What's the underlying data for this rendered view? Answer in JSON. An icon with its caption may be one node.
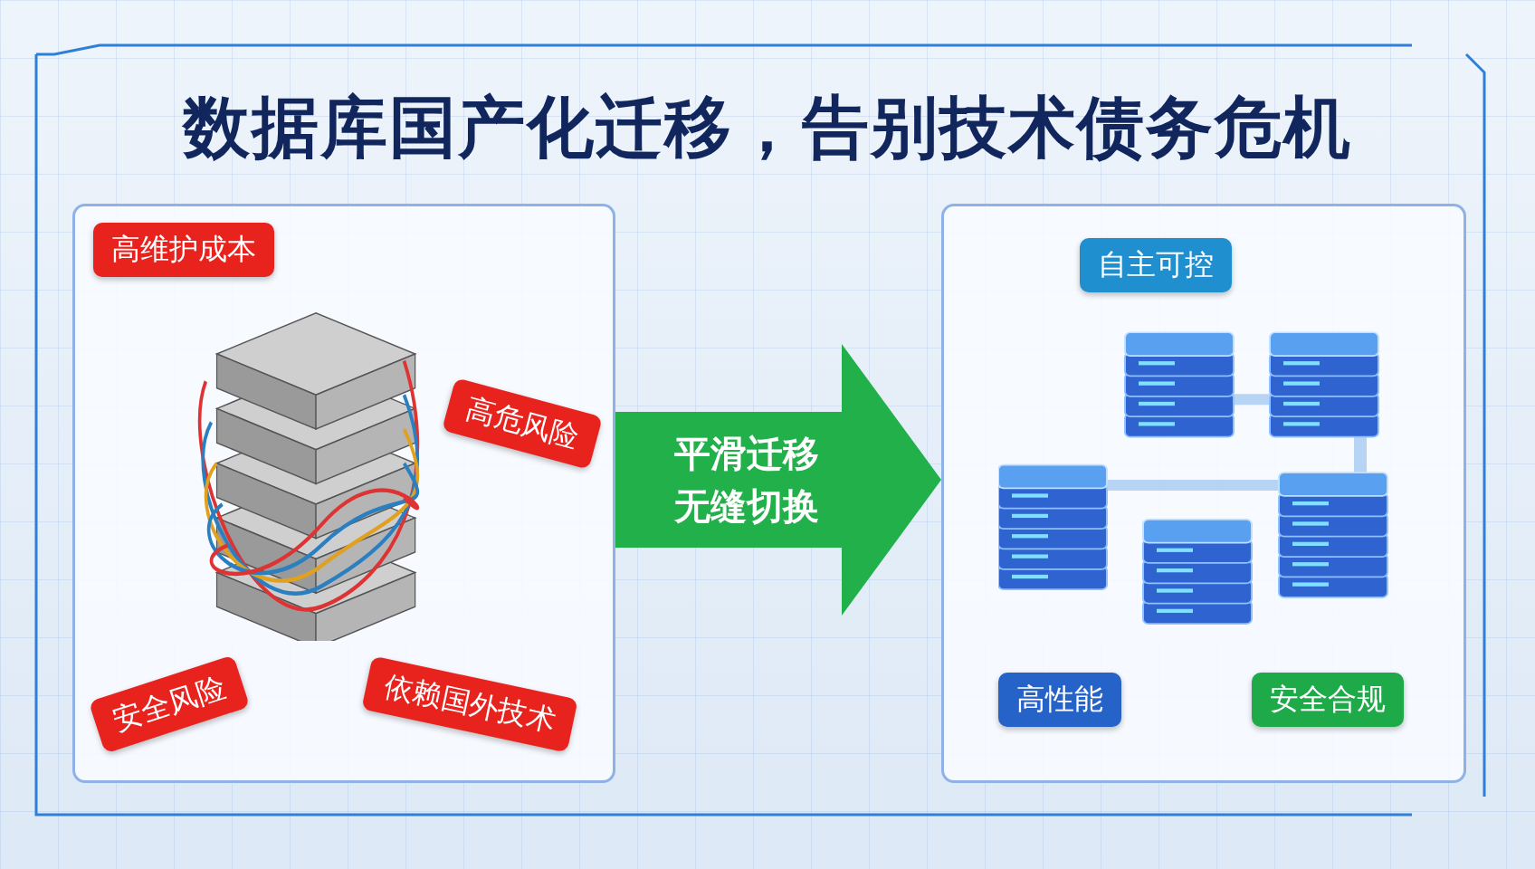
{
  "diagram": {
    "title": "数据库国产化迁移，告别技术债务危机",
    "nodes": [
      {
        "text": [],
        "shape": "box"
      },
      {
        "text": [],
        "shape": "picture",
        "in": 0
      },
      {
        "text": [
          "高维护成本"
        ],
        "in": 0
      },
      {
        "text": [
          "高危风险"
        ],
        "in": 0
      },
      {
        "text": [
          "安全风险"
        ],
        "in": 0
      },
      {
        "text": [
          "依赖国外技术"
        ],
        "in": 0
      },
      {
        "text": [],
        "shape": "box"
      },
      {
        "text": [],
        "shape": "picture",
        "in": 6
      },
      {
        "text": [
          "自主可控"
        ],
        "in": 6
      },
      {
        "text": [
          "高性能"
        ],
        "in": 6
      },
      {
        "text": [
          "安全合规"
        ],
        "in": 6
      }
    ],
    "edges": [
      {
        "from": 0,
        "to": 6,
        "arrow": "to",
        "label": "平滑迁移无缝切换",
        "style": "thick",
        "color": "#22b04b"
      }
    ]
  }
}
